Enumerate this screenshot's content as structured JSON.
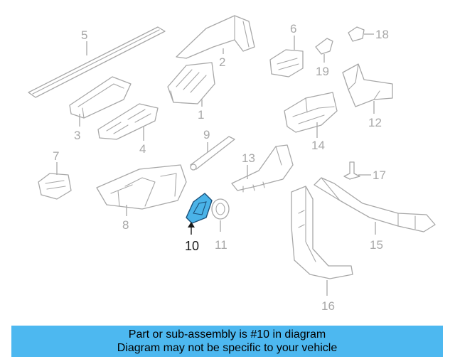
{
  "diagram": {
    "callouts": {
      "p1": "1",
      "p2": "2",
      "p3": "3",
      "p4": "4",
      "p5": "5",
      "p6": "6",
      "p7": "7",
      "p8": "8",
      "p9": "9",
      "p10": "10",
      "p11": "11",
      "p12": "12",
      "p13": "13",
      "p14": "14",
      "p15": "15",
      "p16": "16",
      "p17": "17",
      "p18": "18",
      "p19": "19"
    },
    "highlighted_part": "10",
    "colors": {
      "highlight_fill": "#4ab3e8",
      "highlight_stroke": "#1b4f78",
      "line_art": "#a8a8a8",
      "banner": "#4db8f0"
    }
  },
  "banner": {
    "line1": "Part or sub-assembly is #10 in diagram",
    "line2": "Diagram may not be specific to your vehicle"
  }
}
